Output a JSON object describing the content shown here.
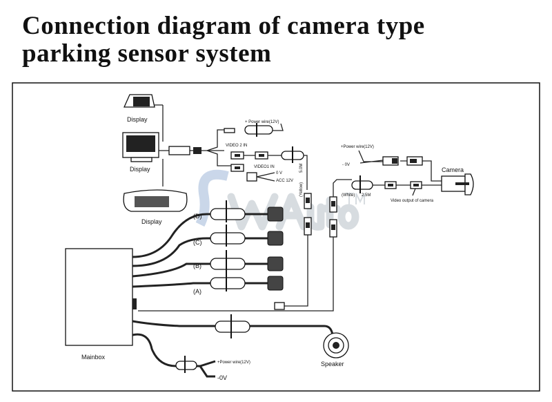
{
  "title": {
    "line1": "Connection diagram of camera type",
    "line2": "parking sensor system"
  },
  "labels": {
    "display_top": "Display",
    "display_mid": "Display",
    "display_mirror": "Display",
    "power_wire_top": "+ Power wire(12V)",
    "video2_in": "VIDEO 2 IN",
    "video1_in": "VIDEO1 IN",
    "zero_v": "0 V",
    "acc_12v": "ACC 12V",
    "cable_5m": "5.0M",
    "yellow_tag": "(Yellow)",
    "cable_2_5m": "2.5M",
    "white_tag": "(White)",
    "power_wire_camera": "+Power wire(12V)",
    "zero_v_camera": "- 0V",
    "camera": "Camera",
    "video_output": "Video output of camera",
    "sensor_d": "(D)",
    "sensor_c": "(C)",
    "sensor_b": "(B)",
    "sensor_a": "(A)",
    "mainbox": "Mainbox",
    "speaker": "Speaker",
    "power_wire_mainbox": "+Power wire(12V)",
    "zero_v_mainbox": "-0V"
  },
  "watermark": {
    "text": "SWAuto",
    "tm": "TM"
  },
  "colors": {
    "watermark": "#9fb7d8",
    "line": "#222222"
  }
}
